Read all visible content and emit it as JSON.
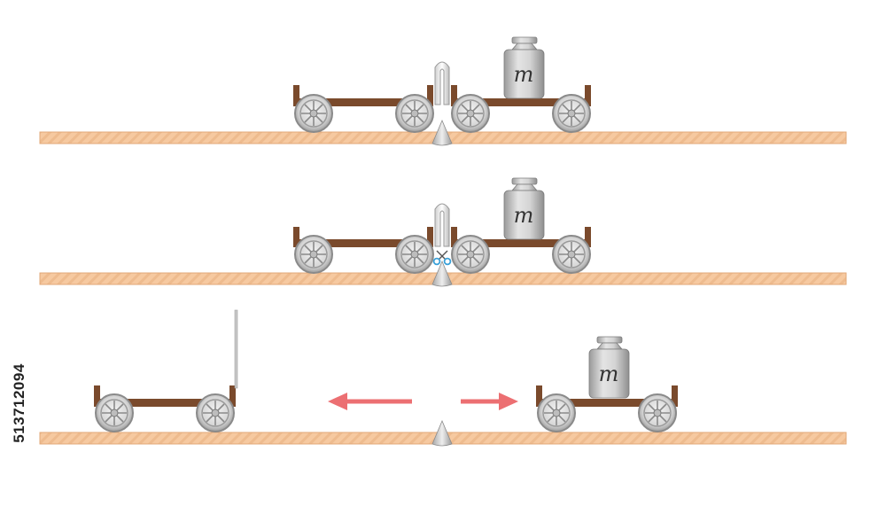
{
  "diagram": {
    "weight_label": "m",
    "image_id": "513712094",
    "colors": {
      "track_fill": "#f6c9a0",
      "track_stripe": "#e6ab7a",
      "cart_frame": "#7a4a2c",
      "wheel_rim": "#9a9a9a",
      "weight_body": "#c8c8c8",
      "arrow": "#ec6f72",
      "scissors": "#3aa0d8"
    },
    "panels": [
      {
        "stage": "compressed-spring"
      },
      {
        "stage": "thread-cut"
      },
      {
        "stage": "carts-separating",
        "directions": [
          "left",
          "right"
        ]
      }
    ]
  }
}
